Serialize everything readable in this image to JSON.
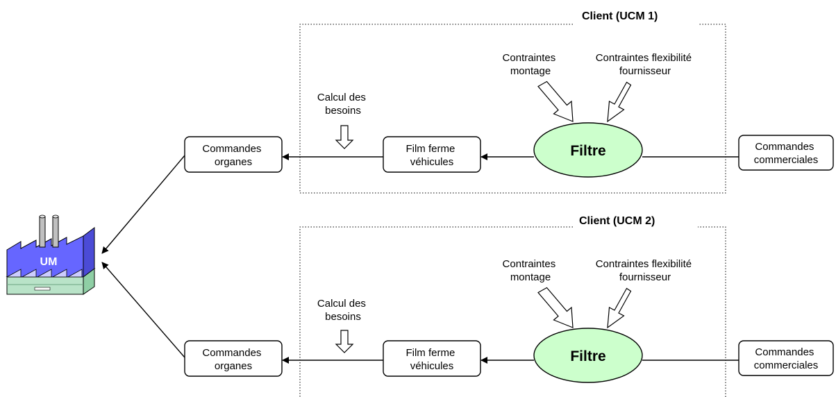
{
  "colors": {
    "filter_fill": "#ccffcc",
    "factory_roof": "#6666ff",
    "factory_wall": "#ccccff",
    "factory_base": "#b9e3c8",
    "chimney": "#c0c0c0"
  },
  "factory": {
    "label": "UM",
    "icon": "factory-icon"
  },
  "clients": [
    {
      "title": "Client (UCM 1)",
      "constraint_assembly": [
        "Contraintes",
        "montage"
      ],
      "constraint_supplier": [
        "Contraintes flexibilité",
        "fournisseur"
      ],
      "filter_label": "Filtre",
      "calc_label": [
        "Calcul des",
        "besoins"
      ],
      "firm_film": [
        "Film ferme",
        "véhicules"
      ],
      "part_orders": [
        "Commandes",
        "organes"
      ],
      "sales_orders": [
        "Commandes",
        "commerciales"
      ]
    },
    {
      "title": "Client (UCM 2)",
      "constraint_assembly": [
        "Contraintes",
        "montage"
      ],
      "constraint_supplier": [
        "Contraintes flexibilité",
        "fournisseur"
      ],
      "filter_label": "Filtre",
      "calc_label": [
        "Calcul des",
        "besoins"
      ],
      "firm_film": [
        "Film ferme",
        "véhicules"
      ],
      "part_orders": [
        "Commandes",
        "organes"
      ],
      "sales_orders": [
        "Commandes",
        "commerciales"
      ]
    }
  ]
}
